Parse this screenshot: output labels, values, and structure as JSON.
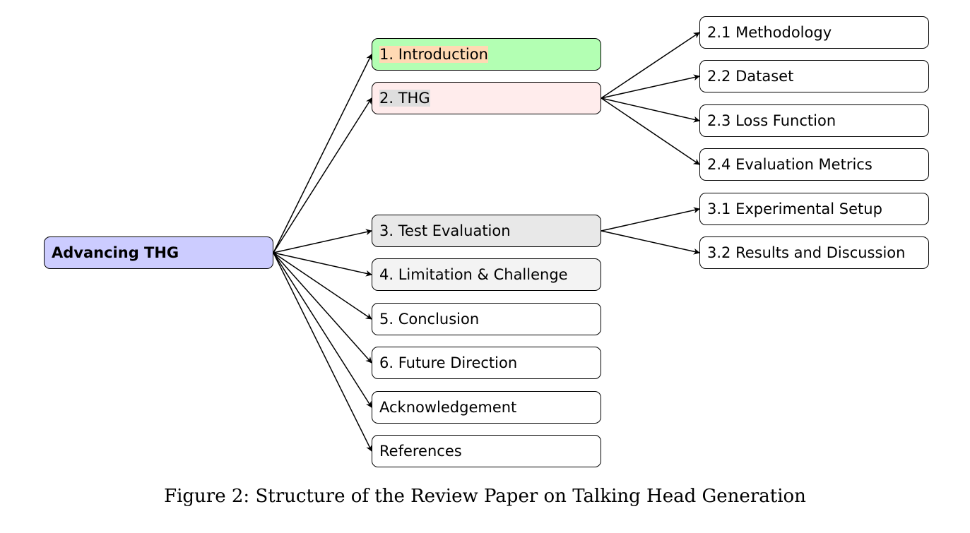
{
  "diagram": {
    "root": {
      "label": "Advancing THG",
      "color": "#ccccff"
    },
    "sections": [
      {
        "label": "1.  Introduction",
        "color": "#b3ffb3"
      },
      {
        "label": "2.  THG",
        "color": "#ffd9b3"
      },
      {
        "label": "3.  Test Evaluation",
        "color": "#ffecec"
      },
      {
        "label": "4.  Limitation & Challenge",
        "color": "#dedede"
      },
      {
        "label": "5.  Conclusion",
        "color": "#e8e8e8"
      },
      {
        "label": "6.  Future Direction",
        "color": "#e8e8e8"
      },
      {
        "label": "Acknowledgement",
        "color": "#f3f3f3"
      },
      {
        "label": "References",
        "color": "#f3f3f3"
      }
    ],
    "subsections_thg": [
      {
        "label": "2.1 Methodology"
      },
      {
        "label": "2.2 Dataset"
      },
      {
        "label": "2.3 Loss Function"
      },
      {
        "label": "2.4 Evaluation Metrics"
      }
    ],
    "subsections_test": [
      {
        "label": "3.1 Experimental Setup"
      },
      {
        "label": "3.2 Results and Discussion"
      }
    ]
  },
  "caption": "Figure 2: Structure of the Review Paper on Talking Head Generation"
}
